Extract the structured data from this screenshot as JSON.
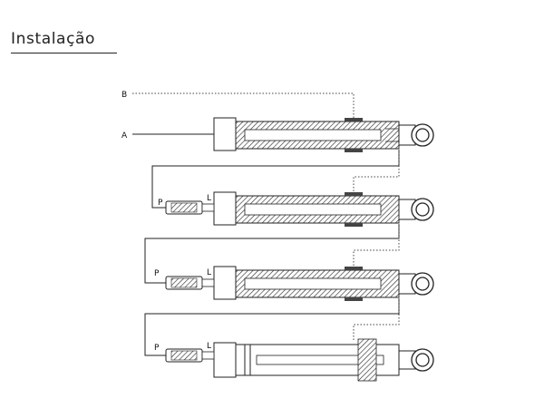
{
  "title": "Instalação",
  "labels": {
    "a": "A",
    "b": "B",
    "p": "P",
    "l": "L"
  },
  "diagram": {
    "cylinders": [
      {
        "id": "cylinder-1",
        "has_check_valve": false,
        "hatched": true
      },
      {
        "id": "cylinder-2",
        "has_check_valve": true,
        "hatched": true
      },
      {
        "id": "cylinder-3",
        "has_check_valve": true,
        "hatched": true
      },
      {
        "id": "cylinder-4",
        "has_check_valve": true,
        "hatched": false
      }
    ]
  }
}
